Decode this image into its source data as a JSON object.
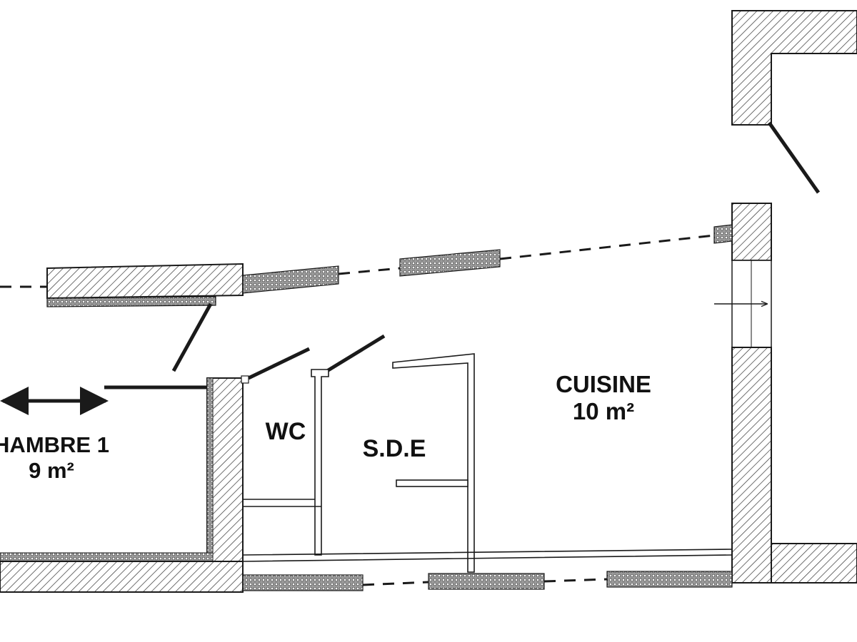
{
  "rooms": {
    "chambre": {
      "name": "HAMBRE 1",
      "area": "9 m²"
    },
    "wc": {
      "name": "WC"
    },
    "sde": {
      "name": "S.D.E"
    },
    "cuisine": {
      "name": "CUISINE",
      "area": "10 m²"
    }
  },
  "colors": {
    "line": "#1a1a1a",
    "hatch": "#333333",
    "insulation": "#555555",
    "background": "#ffffff"
  }
}
